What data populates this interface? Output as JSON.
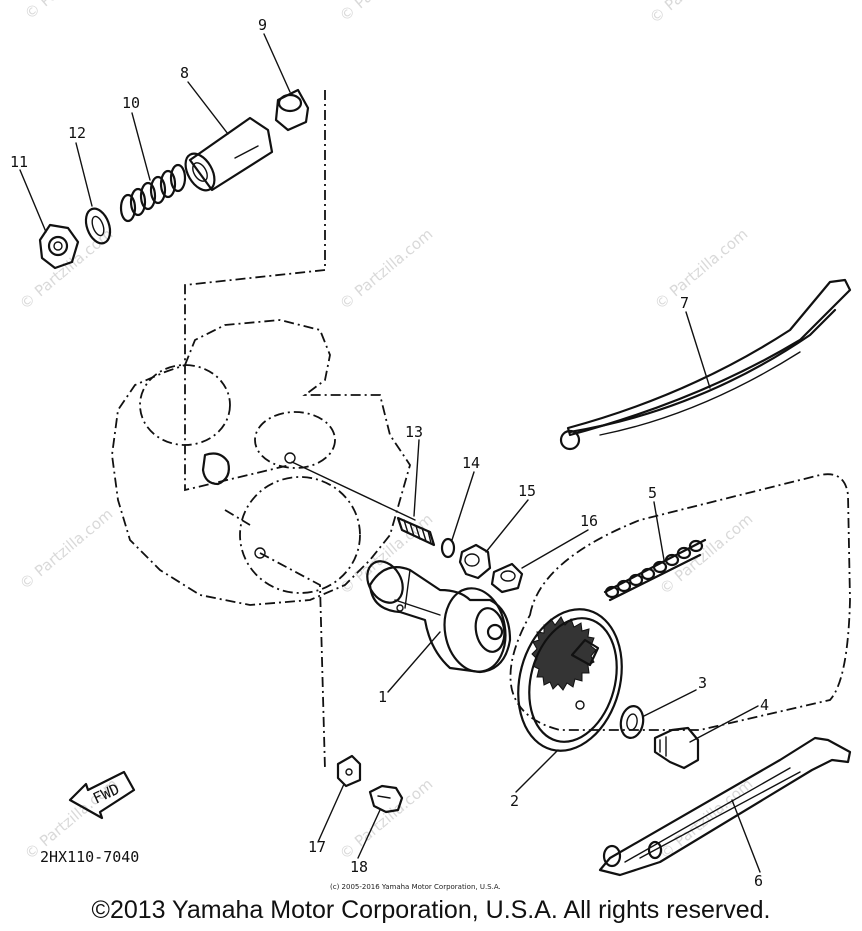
{
  "watermark": "© Partzilla.com",
  "diagram_code": "2HX110-7040",
  "direction_tag": "FWD",
  "fine_print": "(c) 2005-2016 Yamaha Motor Corporation, U.S.A.",
  "copyright": "©2013 Yamaha Motor Corporation, U.S.A. All rights reserved.",
  "callouts": {
    "c1": "1",
    "c2": "2",
    "c3": "3",
    "c4": "4",
    "c5": "5",
    "c6": "6",
    "c7": "7",
    "c8": "8",
    "c9": "9",
    "c10": "10",
    "c11": "11",
    "c12": "12",
    "c13": "13",
    "c14": "14",
    "c15": "15",
    "c16": "16",
    "c17": "17",
    "c18": "18"
  }
}
